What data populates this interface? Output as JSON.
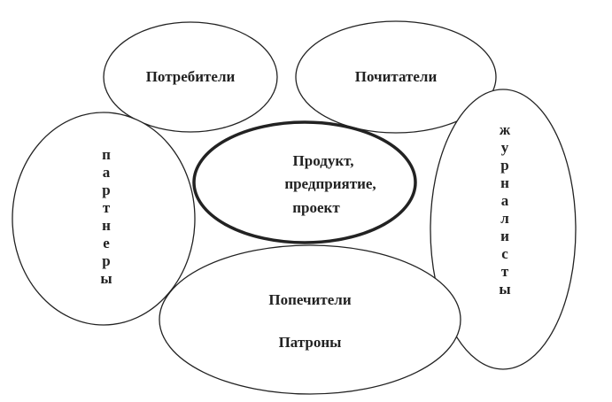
{
  "nodes": {
    "center": [
      "Продукт,",
      "предприятие,",
      "проект"
    ],
    "consumers": "Потребители",
    "admirers": "Почитатели",
    "partners": [
      "п",
      "а",
      "р",
      "т",
      "н",
      "е",
      "р",
      "ы"
    ],
    "journalists": [
      "ж",
      "у",
      "р",
      "н",
      "а",
      "л",
      "и",
      "с",
      "т",
      "ы"
    ],
    "trustees": "Попечители",
    "patrons": "Патроны"
  }
}
